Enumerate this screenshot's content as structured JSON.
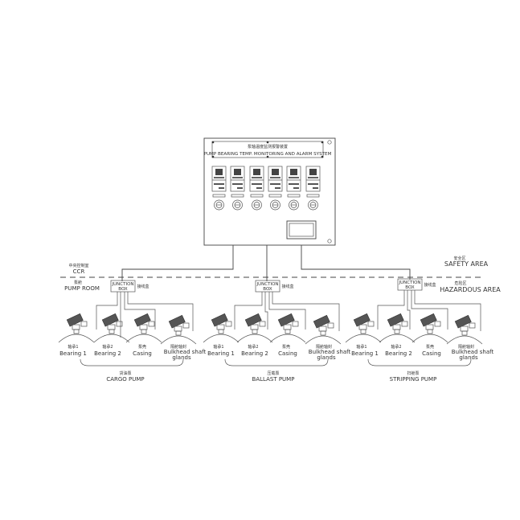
{
  "panel": {
    "title_cn": "泵轴温度监测报警装置",
    "title_en": "PUMP BEARING TEMP. MONITORING AND ALARM SYSTEM",
    "module_count": 6
  },
  "zones": {
    "ccr": {
      "label_cn": "中央控制室",
      "label_en": "CCR"
    },
    "pump_room": {
      "label_cn": "泵舱",
      "label_en": "PUMP ROOM"
    },
    "safety_area": {
      "label_cn": "安全区",
      "label_en": "SAFETY AREA"
    },
    "hazardous_area": {
      "label_cn": "危险区",
      "label_en": "HAZARDOUS AREA"
    }
  },
  "junction_box": {
    "line1": "JUNCTION",
    "line2": "BOX",
    "label_cn": "接线盒"
  },
  "groups": [
    {
      "name": "CARGO PUMP",
      "name_cn": "货油泵",
      "sensors": [
        {
          "cn": "轴承1",
          "en": "Bearing 1"
        },
        {
          "cn": "轴承2",
          "en": "Bearing 2"
        },
        {
          "cn": "泵壳",
          "en": "Casing"
        },
        {
          "cn": "隔舱轴封",
          "en": "Bulkhead shaft",
          "en2": "glands"
        }
      ]
    },
    {
      "name": "BALLAST PUMP",
      "name_cn": "压载泵",
      "sensors": [
        {
          "cn": "轴承1",
          "en": "Bearing 1"
        },
        {
          "cn": "轴承2",
          "en": "Bearing 2"
        },
        {
          "cn": "泵壳",
          "en": "Casing"
        },
        {
          "cn": "隔舱轴封",
          "en": "Bulkhead shaft",
          "en2": "glands"
        }
      ]
    },
    {
      "name": "STRIPPING PUMP",
      "name_cn": "扫舱泵",
      "sensors": [
        {
          "cn": "轴承1",
          "en": "Bearing 1"
        },
        {
          "cn": "轴承2",
          "en": "Bearing 2"
        },
        {
          "cn": "泵壳",
          "en": "Casing"
        },
        {
          "cn": "隔舱轴封",
          "en": "Bulkhead shaft",
          "en2": "glands"
        }
      ]
    }
  ]
}
